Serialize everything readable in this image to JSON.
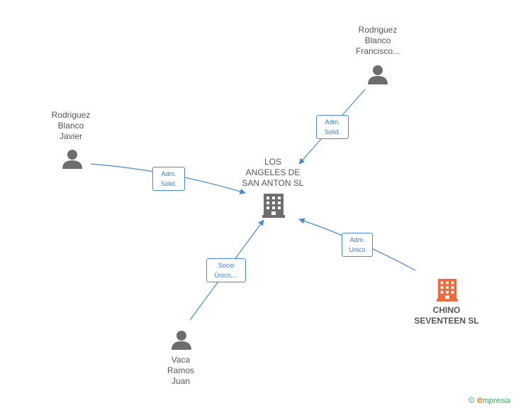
{
  "nodes": {
    "center": {
      "label": "LOS\nANGELES DE\nSAN ANTON SL",
      "icon": "building-icon",
      "color": "#6d6d6d"
    },
    "rodriguez_francisco": {
      "label": "Rodriguez\nBlanco\nFrancisco...",
      "icon": "person-icon",
      "color": "#6d6d6d"
    },
    "rodriguez_javier": {
      "label": "Rodriguez\nBlanco\nJavier",
      "icon": "person-icon",
      "color": "#6d6d6d"
    },
    "vaca_juan": {
      "label": "Vaca\nRamos\nJuan",
      "icon": "person-icon",
      "color": "#6d6d6d"
    },
    "chino_seventeen": {
      "label": "CHINO\nSEVENTEEN SL",
      "icon": "building-icon",
      "color": "#ee6a3c"
    }
  },
  "edges": {
    "francisco_to_center": "Adm.\nSolid.",
    "javier_to_center": "Adm.\nSolid.",
    "vaca_to_center": "Socio\nÚnico,...",
    "chino_to_center": "Adm.\nUnico"
  },
  "edge_color": "#4a89d6",
  "footer": {
    "copyright_symbol": "©",
    "brand_initial": "e",
    "brand_rest": "mpresia"
  }
}
